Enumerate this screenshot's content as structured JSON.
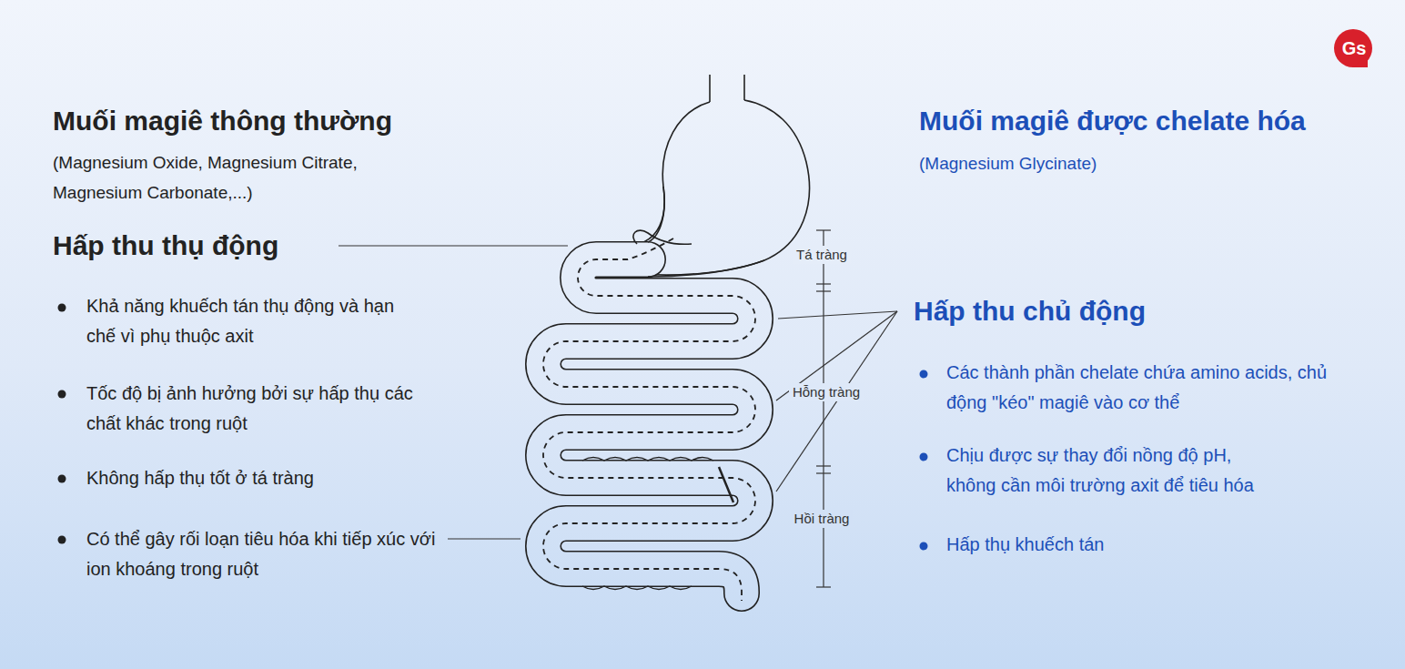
{
  "diagram": {
    "labels": [
      "Muối magiê thông thường",
      "(Magnesium Oxide, Magnesium Citrate, Magnesium Carbonate,...)",
      "Hấp thu thụ động",
      "Khả năng khuếch tán thụ động và hạn chế vì phụ thuộc axit",
      "Tốc độ bị ảnh hưởng bởi sự hấp thụ các chất khác trong ruột",
      "Không hấp thụ tốt ở tá tràng",
      "Có thể gây rối loạn tiêu hóa khi tiếp xúc với ion khoáng trong ruột",
      "Muối magiê được chelate hóa",
      "(Magnesium Glycinate)",
      "Hấp thu chủ động",
      "Các thành phần chelate chứa amino acids, chủ động \"kéo\" magiê vào cơ thể",
      "Chịu được sự thay đổi nồng độ pH, không cần môi trường axit để tiêu hóa",
      "Hấp thụ khuếch tán",
      "Tá tràng",
      "Hỗng tràng",
      "Hồi tràng",
      "Gs"
    ]
  }
}
